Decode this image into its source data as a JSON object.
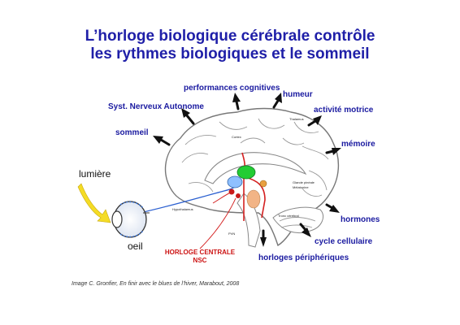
{
  "title": {
    "line1": "L’horloge biologique  cérébrale contrôle",
    "line2": "les rythmes biologiques et le sommeil"
  },
  "outputs": {
    "performances": "performances cognitives",
    "humeur": "humeur",
    "snc": "Syst. Nerveux Autonome",
    "activite": "activité motrice",
    "sommeil": "sommeil",
    "memoire": "mémoire",
    "hormones": "hormones",
    "cycle": "cycle cellulaire",
    "horloges": "horloges périphériques"
  },
  "inputs": {
    "lumiere": "lumière",
    "oeil": "oeil"
  },
  "anatomy": {
    "thalamus": "Thalamus",
    "cortex": "Cortex",
    "glande": "Glande pinéale",
    "melatonine": "Mélatonine",
    "hypothalamus": "Hypothalamus",
    "tronc": "Tronc cérébral",
    "pvn": "PVN"
  },
  "clock": {
    "line1": "HORLOGE CENTRALE",
    "line2": "NSC"
  },
  "caption": "Image C. Gronfier, En finir avec le blues de l’hiver, Marabout, 2008",
  "colors": {
    "title": "#1f1fa8",
    "labels": "#1a1aa0",
    "clock": "#cc1111",
    "nsc_node": "#8fc0ff",
    "green_node": "#22cc33",
    "peach_node": "#f2b486"
  }
}
